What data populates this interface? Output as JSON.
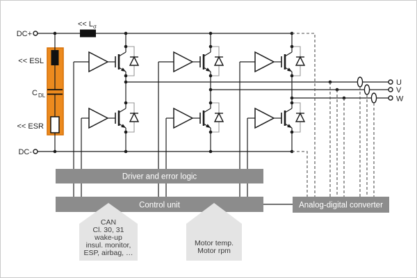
{
  "terminals": {
    "dc_plus": "DC+",
    "dc_minus": "DC-",
    "phase_u": "U",
    "phase_v": "V",
    "phase_w": "W"
  },
  "dc_link": {
    "stray_inductance_prefix": "<< L",
    "stray_inductance_sub": "σ",
    "esl_label": "<< ESL",
    "cap_prefix": "C",
    "cap_sub": "DL",
    "esr_label": "<< ESR"
  },
  "blocks": {
    "driver_logic": "Driver and error logic",
    "control_unit": "Control unit",
    "adc": "Analog-digital converter"
  },
  "callouts": {
    "can_lines": [
      "CAN",
      "Cl. 30, 31",
      "wake-up",
      "insul. monitor,",
      "ESP, airbag, …"
    ],
    "motor_lines": [
      "Motor temp.",
      "Motor rpm"
    ]
  },
  "colors": {
    "dc_link_fill": "#EC8A1E",
    "dc_link_border": "#D8730B",
    "block_gray": "#8C8C8C",
    "callout_gray": "#E4E4E4",
    "wire": "#1A1A1A"
  }
}
